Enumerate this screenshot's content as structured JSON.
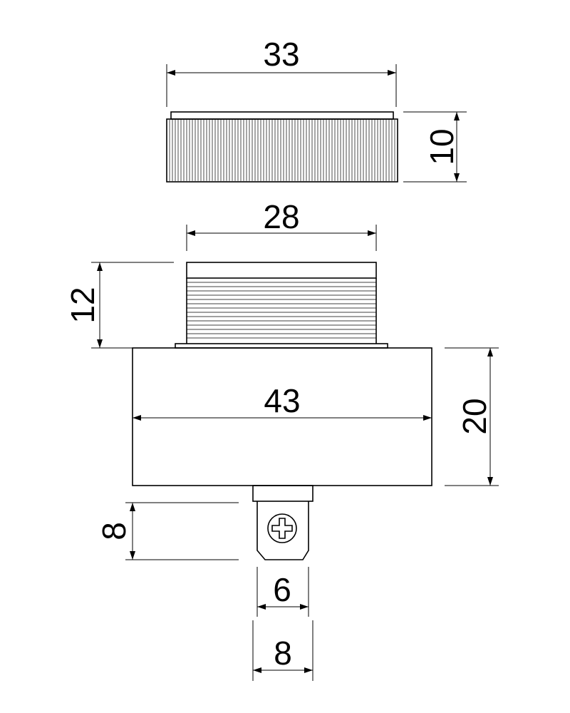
{
  "dimensions": {
    "cap_width": "33",
    "cap_height": "10",
    "thread_width": "28",
    "thread_height": "12",
    "body_width": "43",
    "body_height": "20",
    "terminal_height": "8",
    "terminal_inner_width": "6",
    "terminal_outer_width": "8"
  },
  "colors": {
    "line": "#000000",
    "background": "#ffffff"
  }
}
